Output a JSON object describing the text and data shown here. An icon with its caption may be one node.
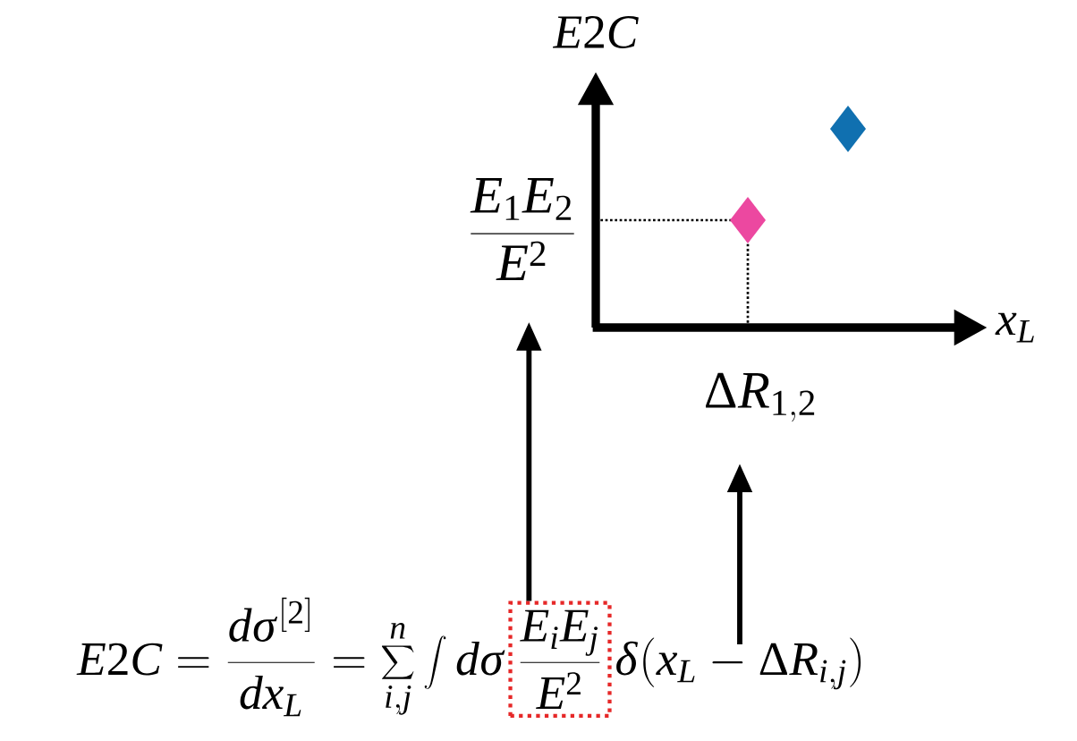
{
  "diagram": {
    "nodes": [
      {
        "text": [
          "\\frac{E_1E_2}{E^2}"
        ]
      },
      {
        "text": [
          "\\Delta R_{1,2}"
        ]
      },
      {
        "text": [
          "\\frac{E_iE_j}{E^2}"
        ]
      },
      {
        "text": [
          "\\delta(x_L - \\Delta R_{i,j})"
        ]
      }
    ],
    "edges": [
      {
        "from": 2,
        "to": 0,
        "arrow": "to"
      },
      {
        "from": 3,
        "to": 1,
        "arrow": "to"
      }
    ],
    "labels": [
      "E2C",
      "x_L",
      "E2C = \\frac{d\\sigma^{[2]}}{dx_L} = \\sum_{i,j}^{n} \\int d\\sigma"
    ]
  }
}
